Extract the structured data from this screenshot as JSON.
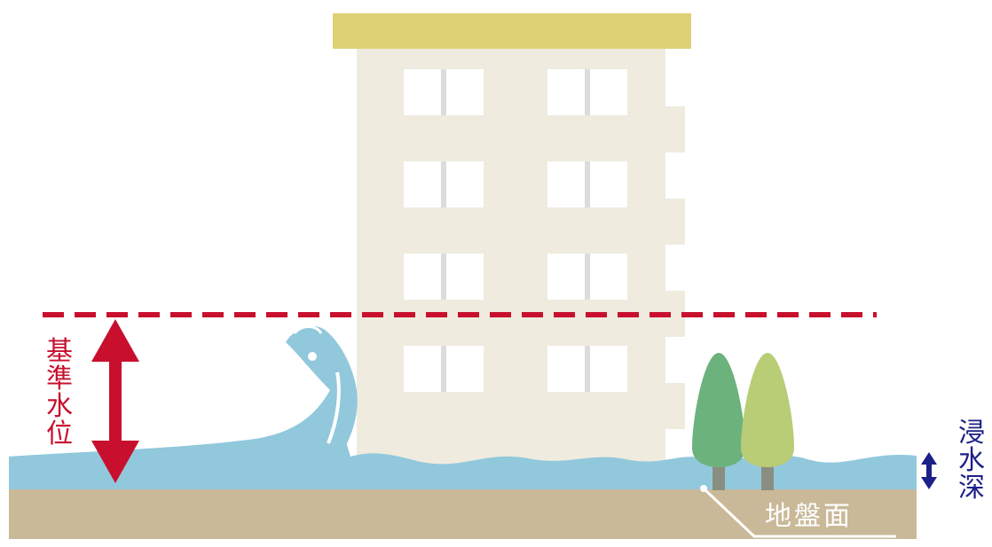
{
  "labels": {
    "reference_water_level": "基準水位",
    "inundation_depth": "浸水深",
    "ground_surface": "地盤面"
  },
  "colors": {
    "ground": "#c9b998",
    "water": "#91c8dc",
    "building": "#efebde",
    "roof": "#ded074",
    "window": "#ffffff",
    "window_mullion": "#dcdcdc",
    "reference_level_line": "#c8102e",
    "reference_arrow": "#c8102e",
    "depth_arrow": "#1d2088",
    "tree_dark": "#6bb27c",
    "tree_light": "#b9cc76",
    "trunk": "#8a8e80"
  },
  "icons": {
    "wave": "breaking-wave-icon",
    "trees": "tree-icon"
  }
}
